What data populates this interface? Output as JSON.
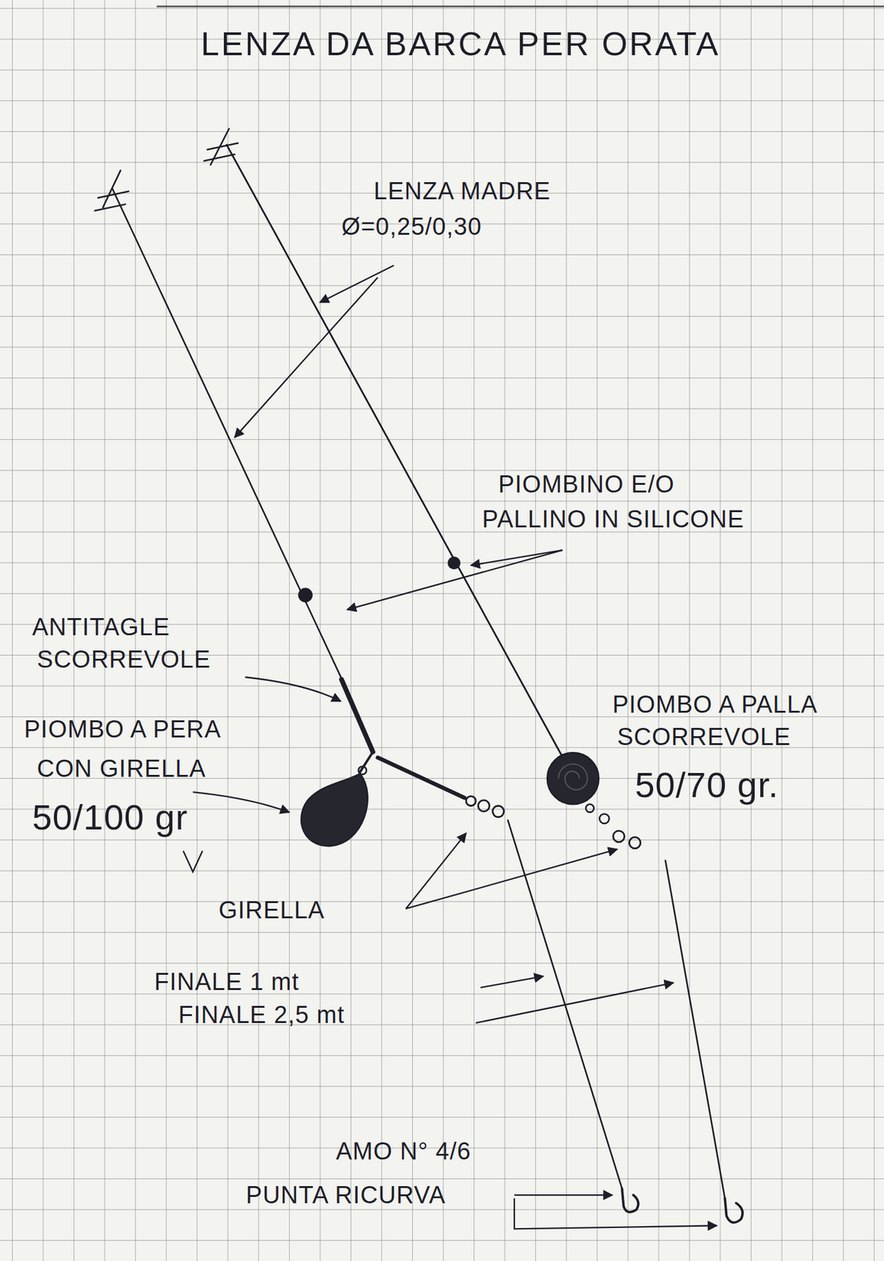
{
  "diagram": {
    "title": "LENZA DA BARCA PER ORATA",
    "labels": [
      "LENZA MADRE",
      "Ø=0,25/0,30",
      "PIOMBINO E/O",
      "PALLINO IN SILICONE",
      "ANTITAGLE",
      "SCORREVOLE",
      "PIOMBO A PERA",
      "CON GIRELLA",
      "50/100 gr",
      "PIOMBO A PALLA",
      "SCORREVOLE",
      "50/70 gr.",
      "GIRELLA",
      "FINALE 1 mt",
      "FINALE 2,5 mt",
      "AMO N° 4/6",
      "PUNTA RICURVA"
    ]
  }
}
